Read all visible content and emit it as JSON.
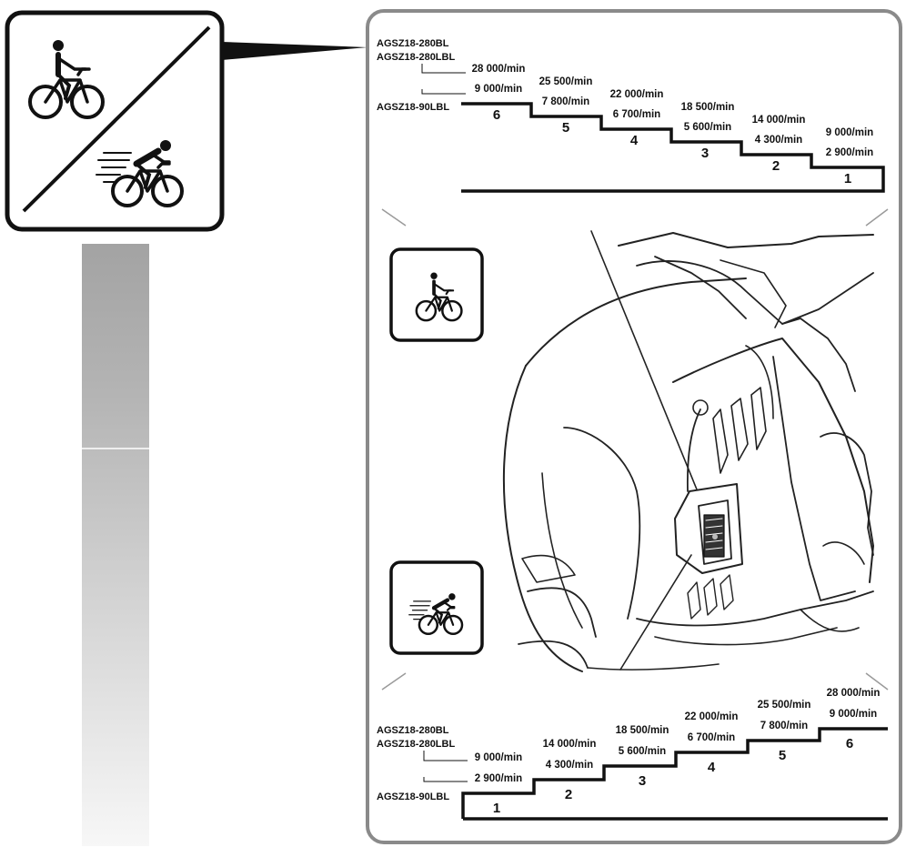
{
  "models": {
    "first": "AGSZ18-280BL",
    "second": "AGSZ18-280LBL",
    "third": "AGSZ18-90LBL"
  },
  "top_steps": [
    {
      "step": "6",
      "speed_280": "28 000/min",
      "speed_90": "9 000/min"
    },
    {
      "step": "5",
      "speed_280": "25 500/min",
      "speed_90": "7 800/min"
    },
    {
      "step": "4",
      "speed_280": "22 000/min",
      "speed_90": "6 700/min"
    },
    {
      "step": "3",
      "speed_280": "18 500/min",
      "speed_90": "5 600/min"
    },
    {
      "step": "2",
      "speed_280": "14 000/min",
      "speed_90": "4 300/min"
    },
    {
      "step": "1",
      "speed_280": "9 000/min",
      "speed_90": "2 900/min"
    }
  ],
  "bottom_steps": [
    {
      "step": "1",
      "speed_280": "9 000/min",
      "speed_90": "2 900/min"
    },
    {
      "step": "2",
      "speed_280": "14 000/min",
      "speed_90": "4 300/min"
    },
    {
      "step": "3",
      "speed_280": "18 500/min",
      "speed_90": "5 600/min"
    },
    {
      "step": "4",
      "speed_280": "22 000/min",
      "speed_90": "6 700/min"
    },
    {
      "step": "5",
      "speed_280": "25 500/min",
      "speed_90": "7 800/min"
    },
    {
      "step": "6",
      "speed_280": "28 000/min",
      "speed_90": "9 000/min"
    }
  ],
  "icons": {
    "slow": "slow-cyclist-icon",
    "fast": "fast-cyclist-icon"
  },
  "colors": {
    "line": "#1a1a1a",
    "panel_border": "#8a8a8a",
    "gradient_dark": "#a6a6a6",
    "gradient_light": "#f6f6f6"
  }
}
